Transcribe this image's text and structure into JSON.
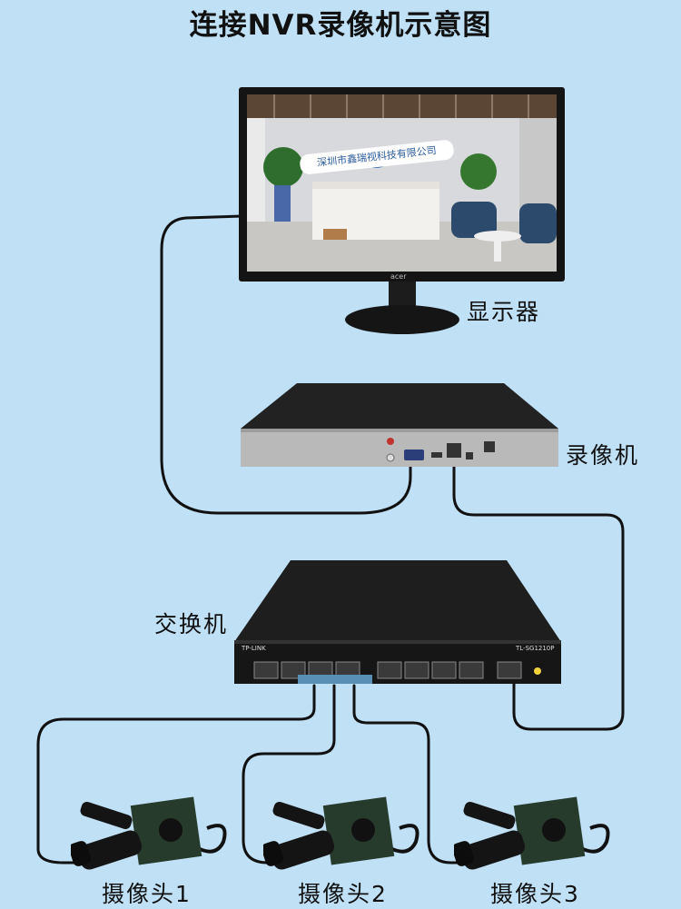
{
  "title": "连接NVR录像机示意图",
  "labels": {
    "monitor": "显示器",
    "nvr": "录像机",
    "switch": "交换机",
    "camera_1": "摄像头1",
    "camera_2": "摄像头2",
    "camera_3": "摄像头3"
  },
  "monitor_screen_text": "深圳市鑫瑞视科技有限公司",
  "monitor_brand": "acer",
  "switch_brand": "TP-LINK",
  "switch_model": "TL-SG1210P",
  "colors": {
    "background": "#bfe0f5",
    "cable": "#111111",
    "device_body": "#1f1f1f",
    "nvr_front": "#b9b9b9"
  }
}
